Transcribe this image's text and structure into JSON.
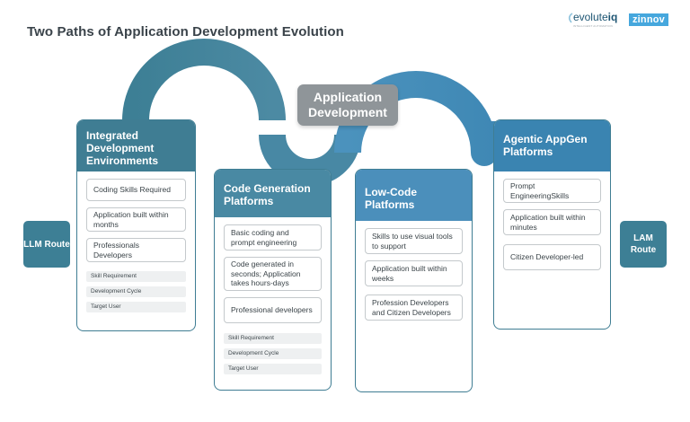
{
  "title": "Two Paths of Application Development Evolution",
  "logos": {
    "evolute_prefix": "evolute",
    "evolute_suffix": "iq",
    "evolute_tagline": "INTELLIGENT AUTOMATION",
    "zinnov": "zinnov"
  },
  "hub": {
    "label": "Application Development"
  },
  "routes": {
    "left": "LLM Route",
    "right": "LAM Route"
  },
  "colors": {
    "teal_dark": "#3f7d93",
    "teal": "#4a8aa2",
    "blue": "#3c87b4",
    "hub_gray": "#8f9599"
  },
  "cards": [
    {
      "title": "Integrated Development Environments",
      "items": [
        "Coding Skills Required",
        "Application built within months",
        "Professionals Developers"
      ],
      "tags": [
        "Skill Requirement",
        "Development Cycle",
        "Target User"
      ]
    },
    {
      "title": "Code Generation Platforms",
      "items": [
        "Basic coding and prompt engineering",
        "Code generated in seconds; Application takes hours-days",
        "Professional developers"
      ],
      "tags": [
        "Skill Requirement",
        "Development Cycle",
        "Target User"
      ]
    },
    {
      "title": "Low-Code Platforms",
      "items": [
        "Skills to use visual tools to support",
        "Application built within weeks",
        "Profession Developers and Citizen Developers"
      ],
      "tags": []
    },
    {
      "title": "Agentic AppGen Platforms",
      "items": [
        "Prompt EngineeringSkills",
        "Application built within minutes",
        "Citizen Developer-led"
      ],
      "tags": []
    }
  ]
}
